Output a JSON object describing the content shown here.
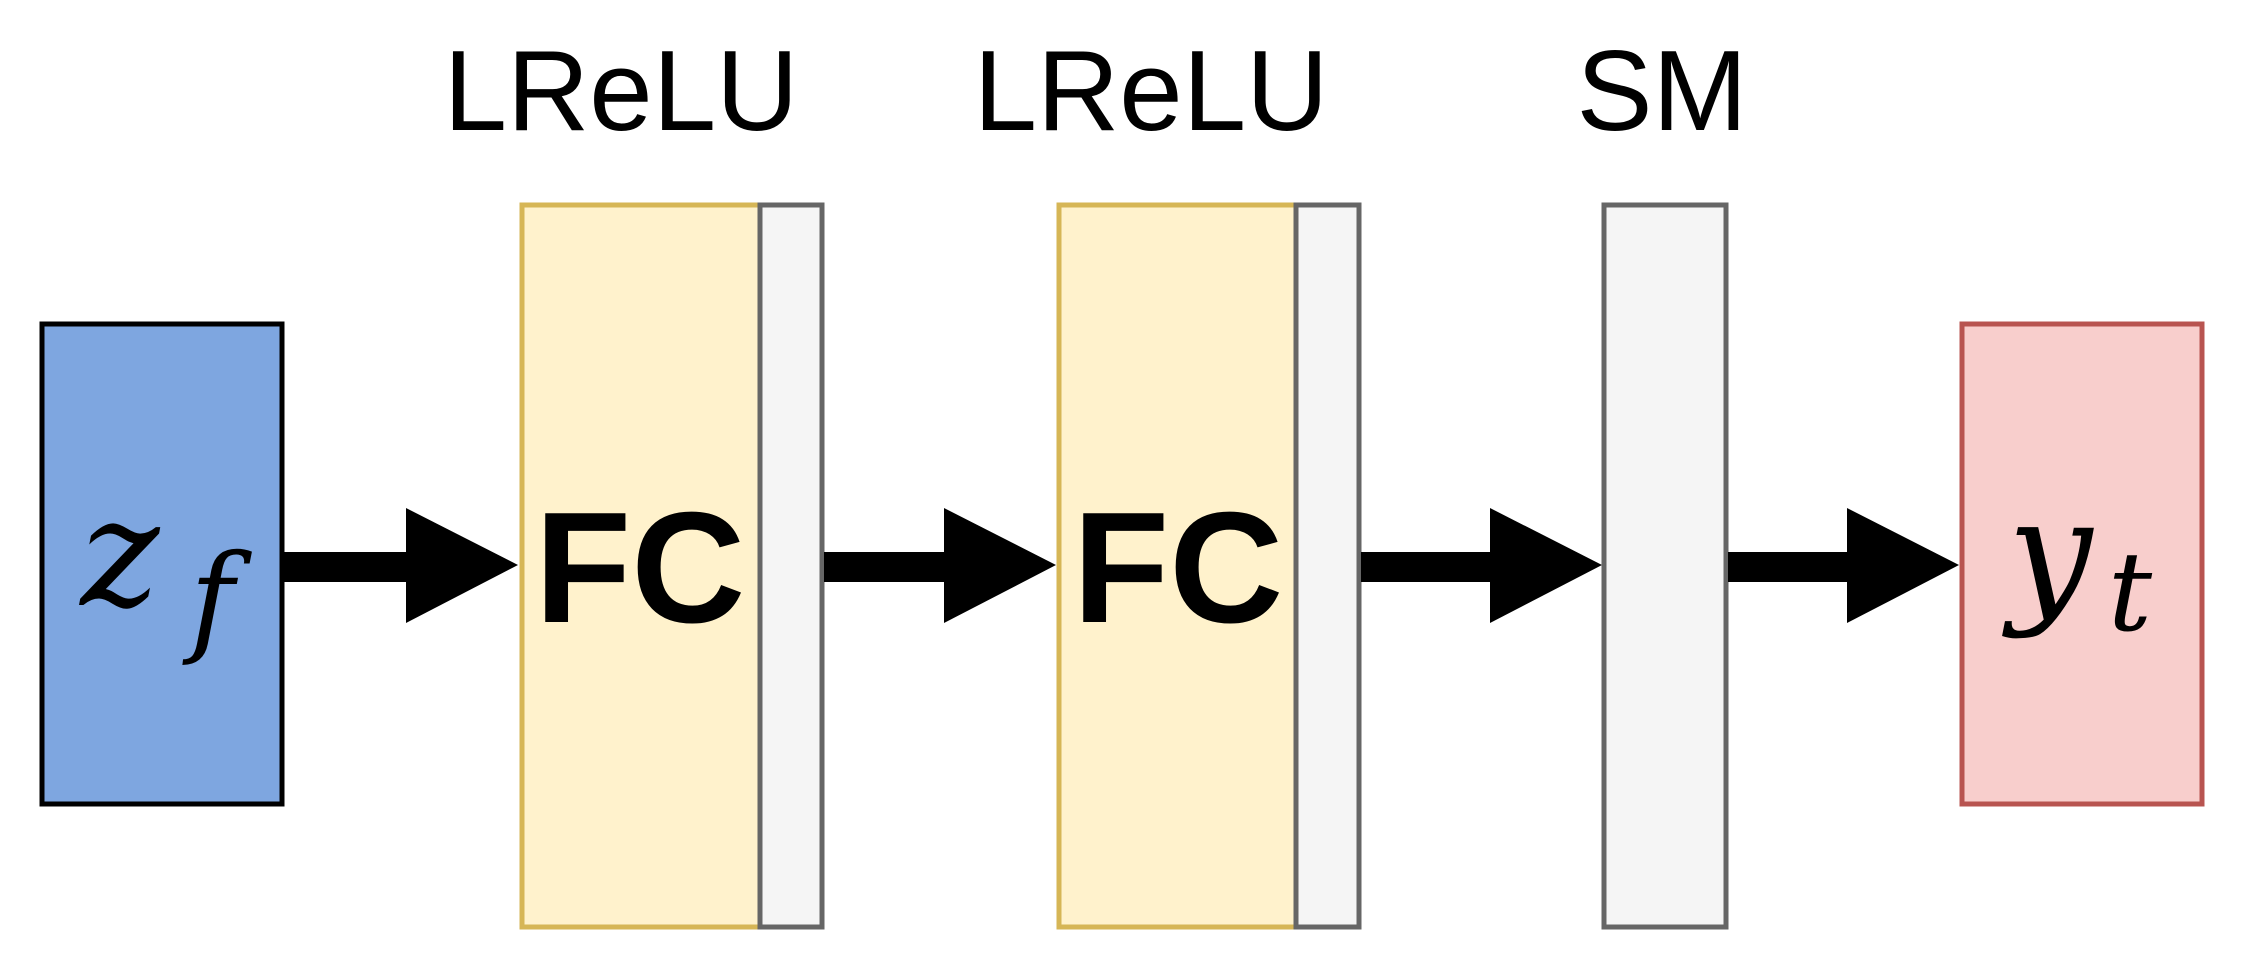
{
  "diagram": {
    "input_label": {
      "main": "z",
      "sub": "f"
    },
    "output_label": {
      "main": "y",
      "sub": "t"
    },
    "layers": [
      {
        "block_label": "FC",
        "activation_label": "LReLU"
      },
      {
        "block_label": "FC",
        "activation_label": "LReLU"
      },
      {
        "block_label": "",
        "activation_label": "SM"
      }
    ]
  },
  "colors": {
    "input_fill": "#7ea6e0",
    "input_stroke": "#000000",
    "fc_fill": "#fff2cc",
    "fc_stroke": "#d6b656",
    "activation_fill": "#f5f5f5",
    "activation_stroke": "#666666",
    "output_fill": "#f8cecc",
    "output_stroke": "#b85450",
    "arrow": "#000000",
    "text": "#000000"
  }
}
